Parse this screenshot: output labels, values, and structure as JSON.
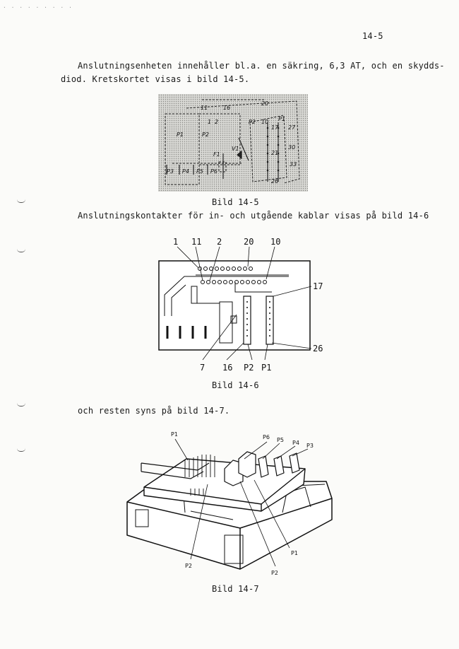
{
  "page": {
    "number": "14-5",
    "para1_line1": "Anslutningsenheten innehåller bl.a. en säkring, 6,3 AT, och en skydds-",
    "para1_line2": "diod.  Kretskortet visas i bild 14-5.",
    "para2": "Anslutningskontakter för in- och utgående kablar visas på bild 14-6",
    "para3": "och resten syns på bild 14-7."
  },
  "figure1": {
    "caption": "Bild 14-5",
    "labels": {
      "p1": "P1",
      "p2": "P2",
      "p3": "P3",
      "p4": "P4",
      "p5": "P5",
      "p6": "P6",
      "f1": "F1",
      "v1": "V1",
      "p1b": "P1",
      "p2b": "P2",
      "n1": "1",
      "n2": "2",
      "n11": "11",
      "n16": "16",
      "n20": "20",
      "n10": "10",
      "n17": "17",
      "n27": "27",
      "n30": "30",
      "n33": "33",
      "n21": "21",
      "n26": "26"
    }
  },
  "figure2": {
    "caption": "Bild 14-6",
    "top_labels": {
      "a": "1",
      "b": "11",
      "c": "2",
      "d": "20",
      "e": "10"
    },
    "right_labels": {
      "a": "17",
      "b": "26"
    },
    "bottom_labels": {
      "a": "7",
      "b": "16",
      "c": "P2",
      "d": "P1"
    }
  },
  "figure3": {
    "caption": "Bild 14-7",
    "labels": {
      "p1_top": "P1",
      "p6": "P6",
      "p5": "P5",
      "p4": "P4",
      "p3": "P3",
      "p1_right": "P1",
      "p2_left": "P2",
      "p2_bottom": "P2"
    }
  }
}
